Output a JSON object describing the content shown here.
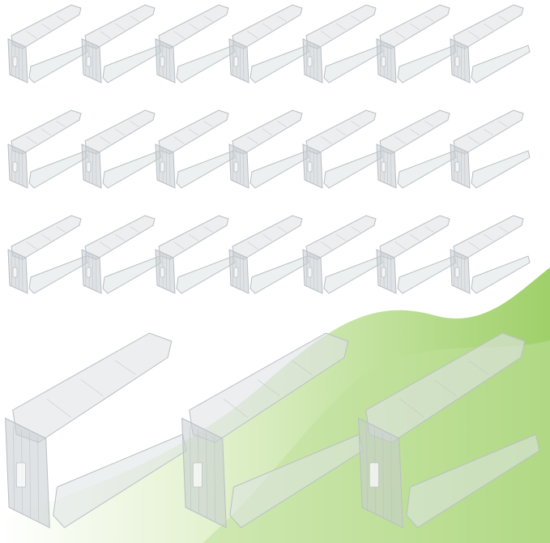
{
  "product": {
    "visible_text": [],
    "item_color": "#dfe3e6",
    "item_stroke": "#b9bfc4",
    "item_shade": "#c7ccd0",
    "background_color": "#ffffff",
    "accent_green": "#9fd069",
    "accent_green_light": "#e6f3d4"
  },
  "grid": {
    "rows": 3,
    "columns": 7,
    "count": 21
  },
  "featured": {
    "count": 3
  }
}
